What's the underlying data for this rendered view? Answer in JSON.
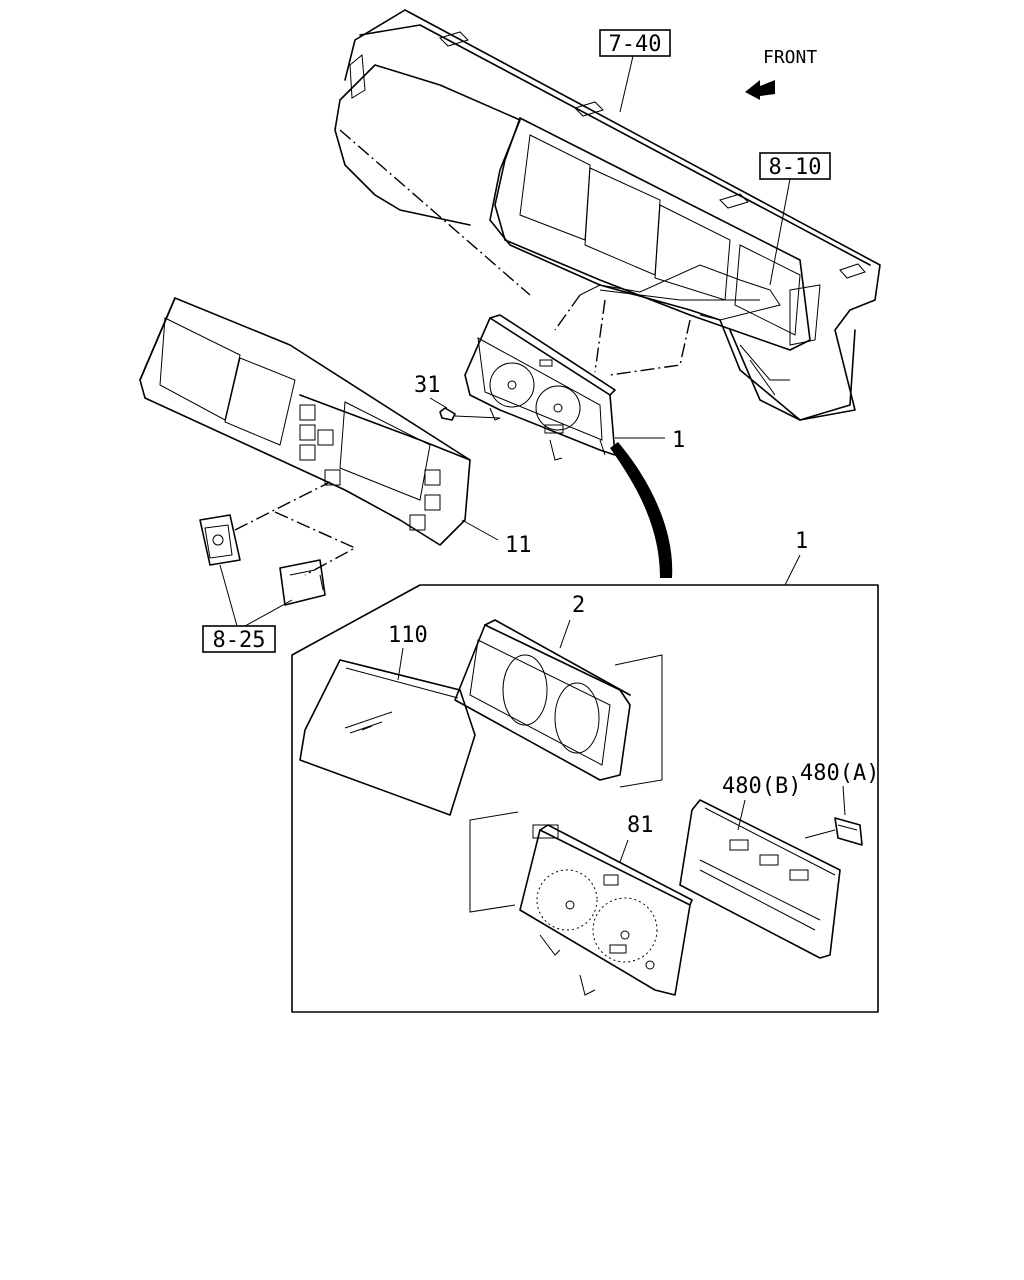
{
  "labels": {
    "ref_7_40": "7-40",
    "front": "FRONT",
    "ref_8_10": "8-10",
    "part_31": "31",
    "part_1_top": "1",
    "part_11": "11",
    "ref_8_25": "8-25",
    "part_1_group": "1",
    "part_2": "2",
    "part_110": "110",
    "part_81": "81",
    "part_480b": "480(B)",
    "part_480a": "480(A)"
  }
}
